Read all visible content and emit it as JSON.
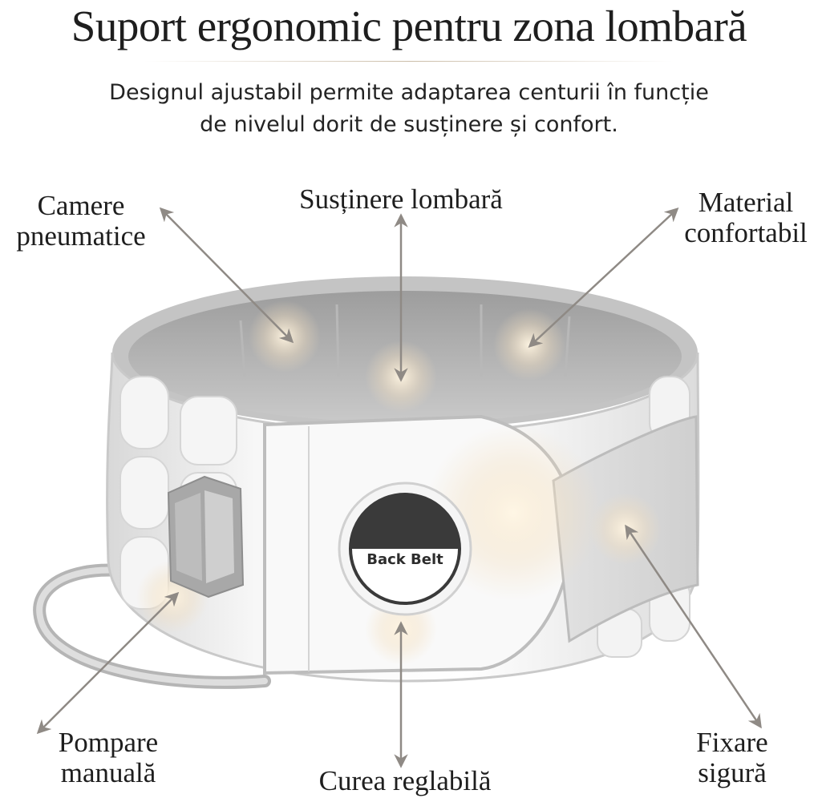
{
  "header": {
    "title": "Suport ergonomic pentru zona lombară",
    "subtitle_line1": "Designul ajustabil permite adaptarea centurii în funcție",
    "subtitle_line2": "de nivelul dorit de susținere și confort."
  },
  "labels": {
    "camere_line1": "Camere",
    "camere_line2": "pneumatice",
    "sustinere": "Susținere lombară",
    "material_line1": "Material",
    "material_line2": "confortabil",
    "pompare_line1": "Pompare",
    "pompare_line2": "manuală",
    "curea": "Curea reglabilă",
    "fixare_line1": "Fixare",
    "fixare_line2": "sigură"
  },
  "product": {
    "logo_text": "Back Belt"
  },
  "colors": {
    "belt_white": "#f2f2f2",
    "belt_trim": "#b9b9b9",
    "belt_inner": "#a9a9a9",
    "arrow": "#8f8a85",
    "glow": "#f4e4c8"
  },
  "icons": [
    "double-arrow-icon",
    "belt-product-illustration",
    "hand-pump-icon"
  ]
}
